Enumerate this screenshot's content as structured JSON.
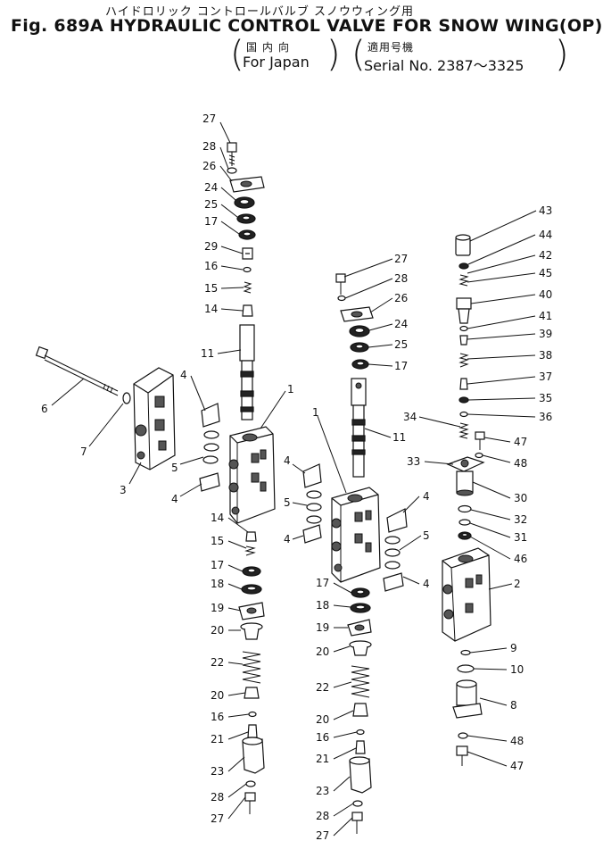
{
  "header": {
    "title_jp": "ハイドロリック コントロールバルブ スノウウィング用",
    "title": "Fig. 689A HYDRAULIC CONTROL VALVE FOR SNOW WING(OP)",
    "region_jp": "国内向",
    "region": "For Japan",
    "serial_jp": "適用号機",
    "serial": "Serial No. 2387～3325"
  },
  "callouts": {
    "l27a": "27",
    "l28a": "28",
    "l26a": "26",
    "l24a": "24",
    "l25a": "25",
    "l17a": "17",
    "l29": "29",
    "l16a": "16",
    "l15a": "15",
    "l14a": "14",
    "l11a": "11",
    "l4a": "4",
    "l1a": "1",
    "l6": "6",
    "l7": "7",
    "l3": "3",
    "l5a": "5",
    "l4b": "4",
    "l14b": "14",
    "l15b": "15",
    "l17b": "17",
    "l18a": "18",
    "l19a": "19",
    "l20a": "20",
    "l22a": "22",
    "l20b": "20",
    "l16b": "16",
    "l21a": "21",
    "l23a": "23",
    "l28b": "28",
    "l27b": "27",
    "l27c": "27",
    "l28c": "28",
    "l26b": "26",
    "l24b": "24",
    "l25b": "25",
    "l17c": "17",
    "l1b": "1",
    "l11b": "11",
    "l4c": "4",
    "l5b": "5",
    "l4d": "4",
    "l4e": "4",
    "l5c": "5",
    "l4f": "4",
    "l17d": "17",
    "l18b": "18",
    "l19b": "19",
    "l20c": "20",
    "l22b": "22",
    "l20d": "20",
    "l16c": "16",
    "l21b": "21",
    "l23b": "23",
    "l28d": "28",
    "l27d": "27",
    "l43": "43",
    "l44": "44",
    "l42": "42",
    "l45": "45",
    "l40": "40",
    "l41": "41",
    "l39": "39",
    "l38": "38",
    "l37": "37",
    "l35": "35",
    "l36": "36",
    "l34": "34",
    "l47a": "47",
    "l33": "33",
    "l48a": "48",
    "l30": "30",
    "l32": "32",
    "l31": "31",
    "l46": "46",
    "l2": "2",
    "l9": "9",
    "l10": "10",
    "l8": "8",
    "l48b": "48",
    "l47b": "47"
  }
}
